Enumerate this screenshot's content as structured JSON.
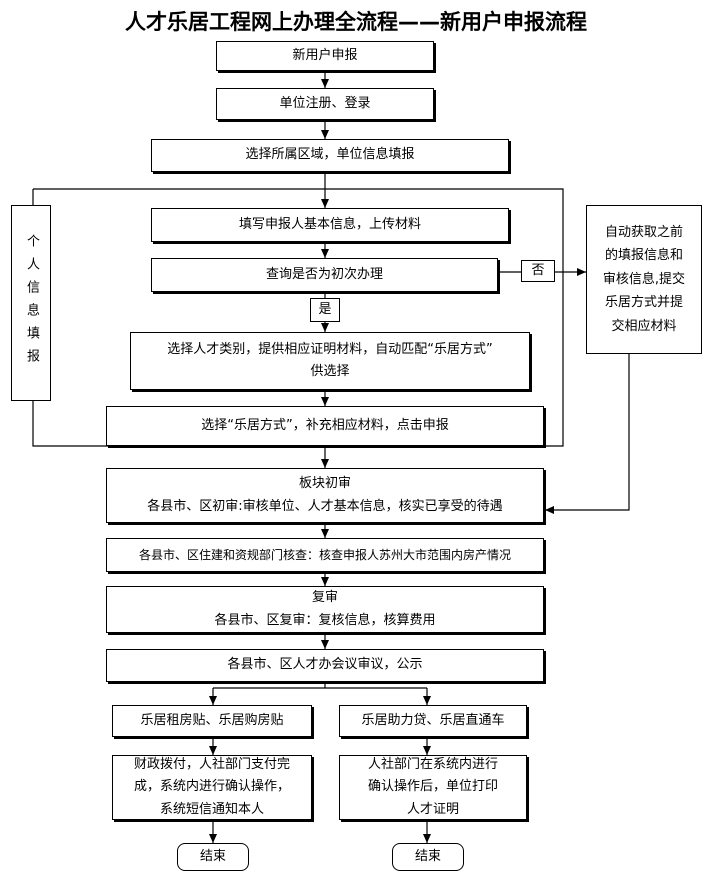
{
  "title": "人才乐居工程网上办理全流程——新用户申报流程",
  "steps": {
    "new_user": "新用户申报",
    "register": "单位注册、登录",
    "select_area": "选择所属区域，单位信息填报",
    "fill_basic": "填写申报人基本信息，上传材料",
    "query_first": "查询是否为初次办理",
    "no_label": "否",
    "yes_label": "是",
    "select_category": "选择人才类别，提供相应证明材料，自动匹配“乐居方式”\n供选择",
    "select_method": "选择“乐居方式”，补充相应材料，点击申报",
    "personal_info": "个人信息填报",
    "auto_fetch": "自动获取之前\n的填报信息和\n审核信息,提交\n乐居方式并提\n交相应材料",
    "block_review_title": "板块初审",
    "block_review_detail": "各县市、区初审:审核单位、人才基本信息，核实已享受的待遇",
    "housing_check": "各县市、区住建和资规部门核查：核查申报人苏州大市范围内房产情况",
    "recheck_title": "复审",
    "recheck_detail": "各县市、区复审：复核信息，核算费用",
    "meeting": "各县市、区人才办会议审议，公示",
    "branch_left": "乐居租房贴、乐居购房贴",
    "branch_right": "乐居助力贷、乐居直通车",
    "left_detail": "财政拨付，人社部门支付完\n成，系统内进行确认操作，\n系统短信通知本人",
    "right_detail": "人社部门在系统内进行\n确认操作后，单位打印\n人才证明",
    "end_left": "结束",
    "end_right": "结束"
  }
}
